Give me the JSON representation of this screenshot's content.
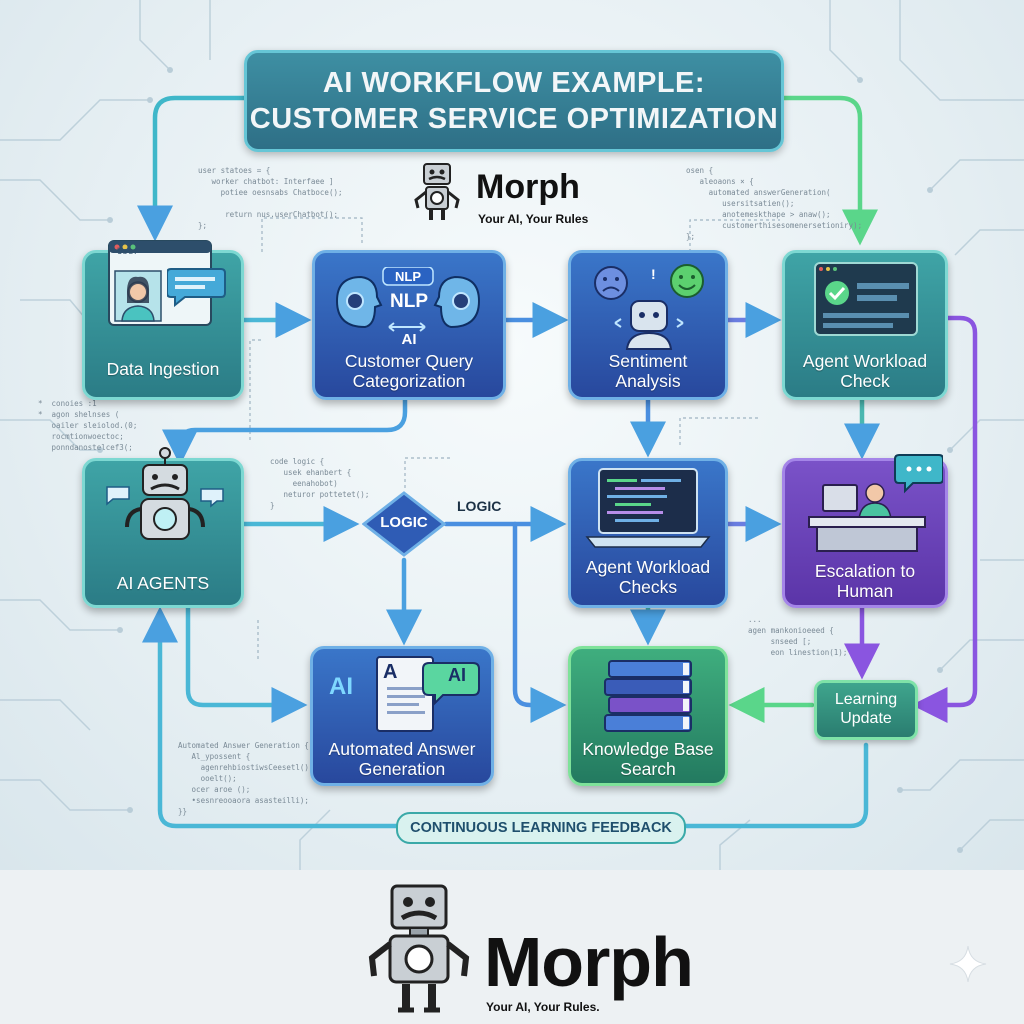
{
  "title": {
    "line1": "AI WORKFLOW EXAMPLE:",
    "line2": "CUSTOMER SERVICE OPTIMIZATION"
  },
  "brand": {
    "name": "Morph",
    "tagline_top": "Your AI, Your Rules",
    "tagline_footer": "Your AI, Your Rules."
  },
  "nodes": {
    "data_ingestion": {
      "label": "Data Ingestion",
      "screen_label": "User"
    },
    "query_categorization": {
      "label_line1": "Customer Query",
      "label_line2": "Categorization",
      "badge": "NLP",
      "center": "NLP",
      "sub": "AI"
    },
    "sentiment": {
      "label_line1": "Sentiment",
      "label_line2": "Analysis"
    },
    "workload_check": {
      "label_line1": "Agent Workload",
      "label_line2": "Check"
    },
    "ai_agents": {
      "label": "AI AGENTS"
    },
    "workload_checks": {
      "label_line1": "Agent Workload",
      "label_line2": "Checks"
    },
    "escalation": {
      "label_line1": "Escalation to",
      "label_line2": "Human"
    },
    "answer_generation": {
      "label_line1": "Automated Answer",
      "label_line2": "Generation",
      "icon_left": "AI",
      "icon_doc": "A",
      "icon_bubble": "AI"
    },
    "knowledge_base": {
      "label_line1": "Knowledge Base",
      "label_line2": "Search"
    },
    "learning_update": {
      "label_line1": "Learning",
      "label_line2": "Update"
    }
  },
  "logic": {
    "diamond": "LOGIC",
    "side_label": "LOGIC"
  },
  "feedback_label": "CONTINUOUS LEARNING FEEDBACK",
  "code_snippets": {
    "top_left": "user statoes = {\n   worker chatbot: Interfaee ]\n     potiee oesnsabs Chatboce();\n\n      return nus.userChatbot();\n};",
    "top_right": "osen {\n   aleoaons × {\n     automated answerGeneration(\n        usersitsatien();\n        anotemeskthape > anaw();\n        customerthisesomenersetioniry);\n};",
    "mid_left": "*  conoies :1\n*  agon shelnses (\n   oailer sleiolod.(0;\n   rocmtionwoectoc;\n   ponndanostelcef3(;",
    "mid_center": "code logic {\n   usek ehanbert {\n     eenahobot)\n   neturor pottetet();\n}",
    "mid_right": "...\nagen mankonioeeed {\n     snseed [;\n     eon linestion(1);",
    "bottom_left": "Automated Answer Generation {\n   Al_ypossent {\n     agenrehbiostiwsCeesetl();\n     ooelt();\n   ocer aroe ();\n   •sesnreooaora asasteilli);\n}}"
  },
  "colors": {
    "teal": "#2e8f96",
    "blue": "#2f5cb5",
    "purple": "#6a42b8",
    "green": "#2f9470",
    "arrow_blue": "#4aa0e0",
    "arrow_purple": "#8a55e0",
    "arrow_green": "#5ad68a"
  },
  "icons": [
    "user-avatar-icon",
    "chat-bubble-icon",
    "nlp-heads-icon",
    "emotion-faces-icon",
    "dashboard-checkmark-icon",
    "robot-icon",
    "laptop-code-icon",
    "human-agent-desk-icon",
    "document-ai-icon",
    "book-stack-icon",
    "sparkle-icon"
  ]
}
